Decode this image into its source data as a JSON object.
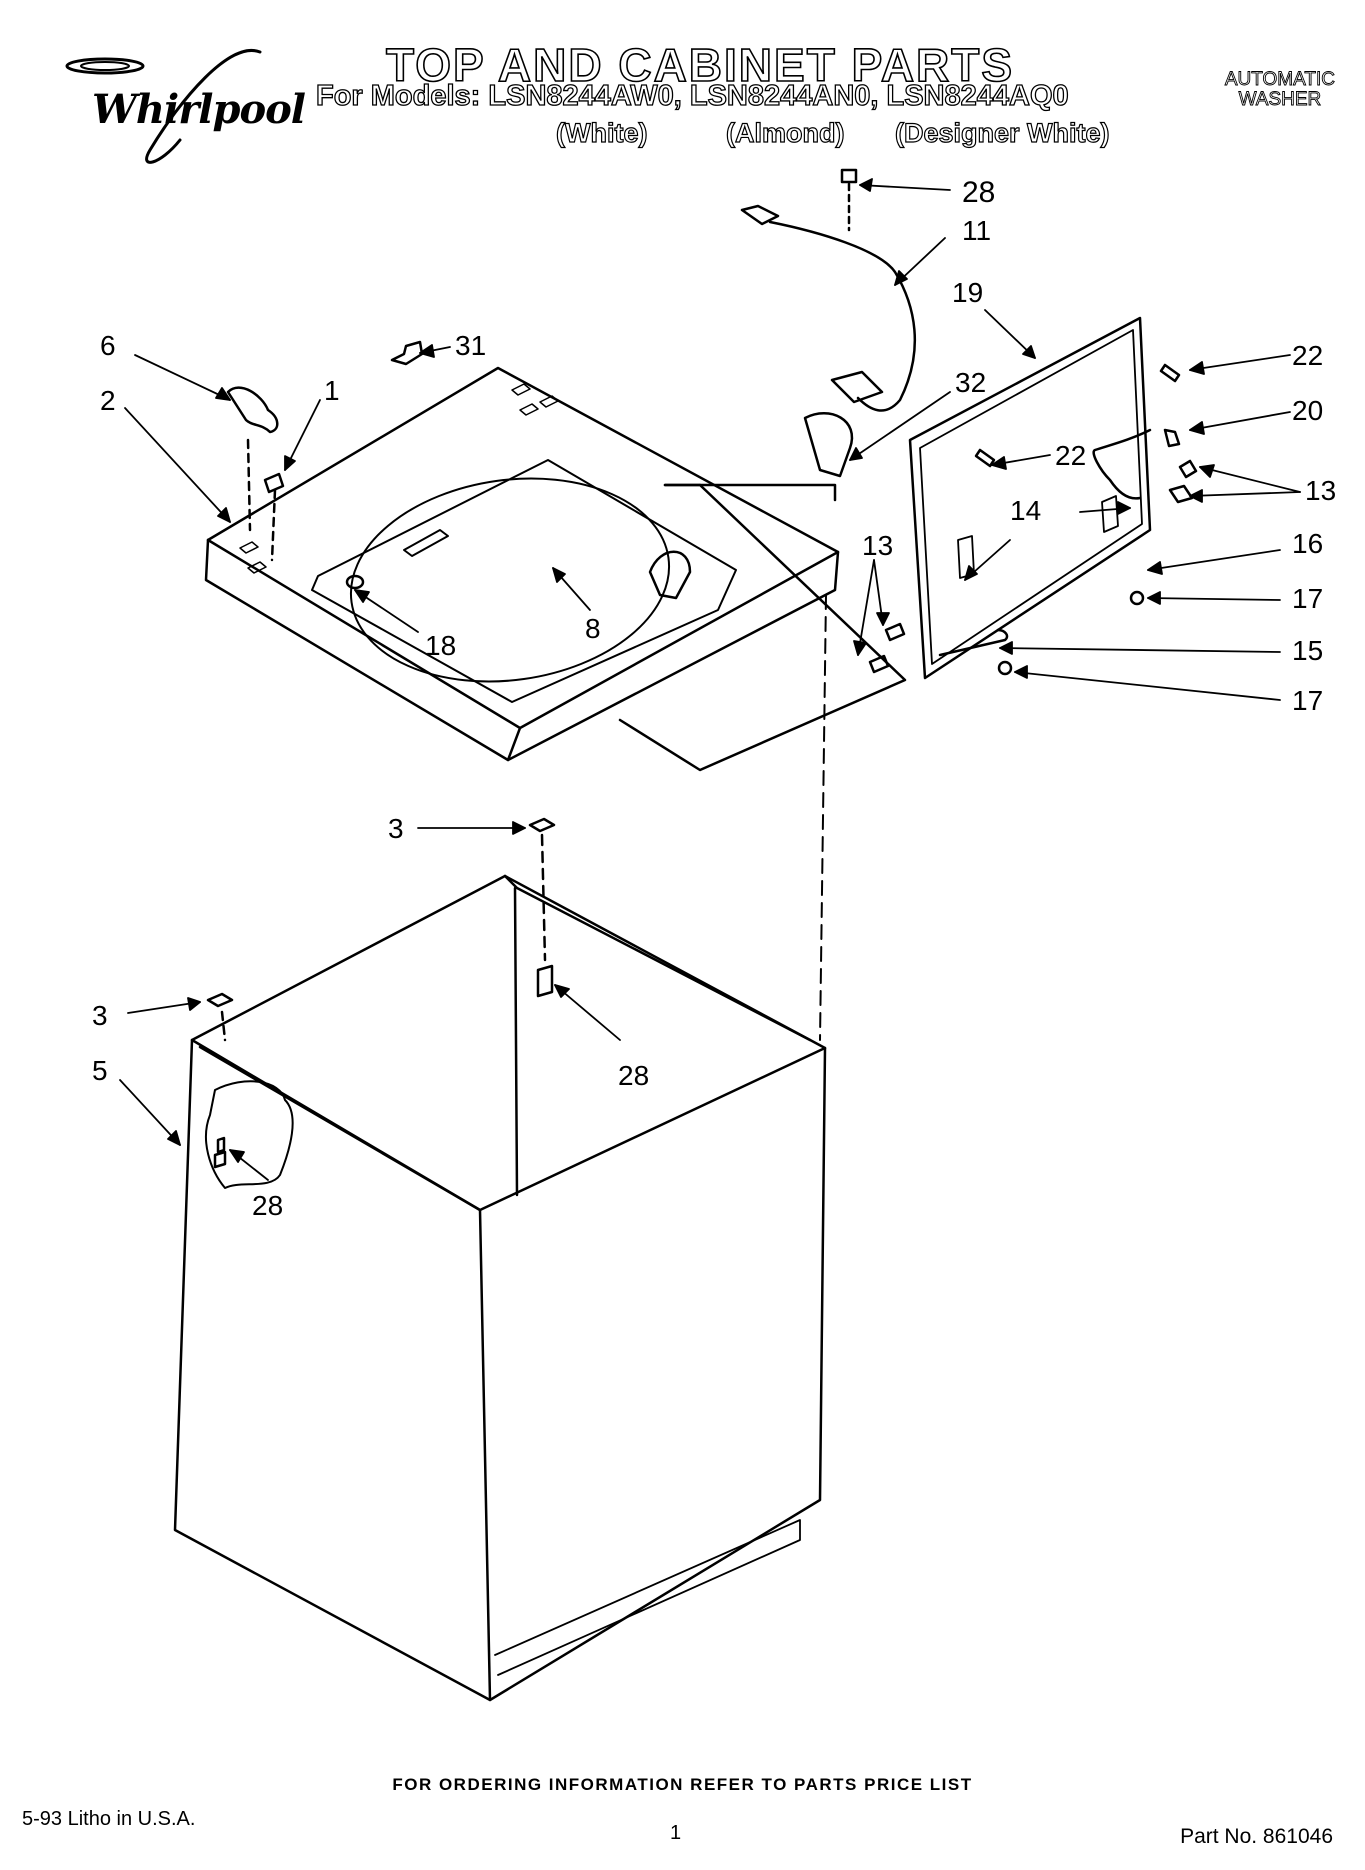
{
  "header": {
    "brand": "Whirlpool",
    "title": "TOP AND CABINET PARTS",
    "models_line": "For Models: LSN8244AW0, LSN8244AN0, LSN8244AQ0",
    "variants": [
      "(White)",
      "(Almond)",
      "(Designer White)"
    ],
    "product_type_line1": "AUTOMATIC",
    "product_type_line2": "WASHER"
  },
  "callouts": [
    "28",
    "11",
    "19",
    "22",
    "20",
    "13",
    "16",
    "17",
    "15",
    "14",
    "6",
    "31",
    "2",
    "1",
    "32",
    "18",
    "8",
    "3",
    "5"
  ],
  "footer": {
    "ordering_note": "FOR ORDERING INFORMATION REFER TO PARTS PRICE LIST",
    "litho": "5-93 Litho in U.S.A.",
    "page_number": "1",
    "part_number": "Part No. 861046"
  },
  "colors": {
    "ink": "#000000",
    "paper": "#ffffff"
  }
}
